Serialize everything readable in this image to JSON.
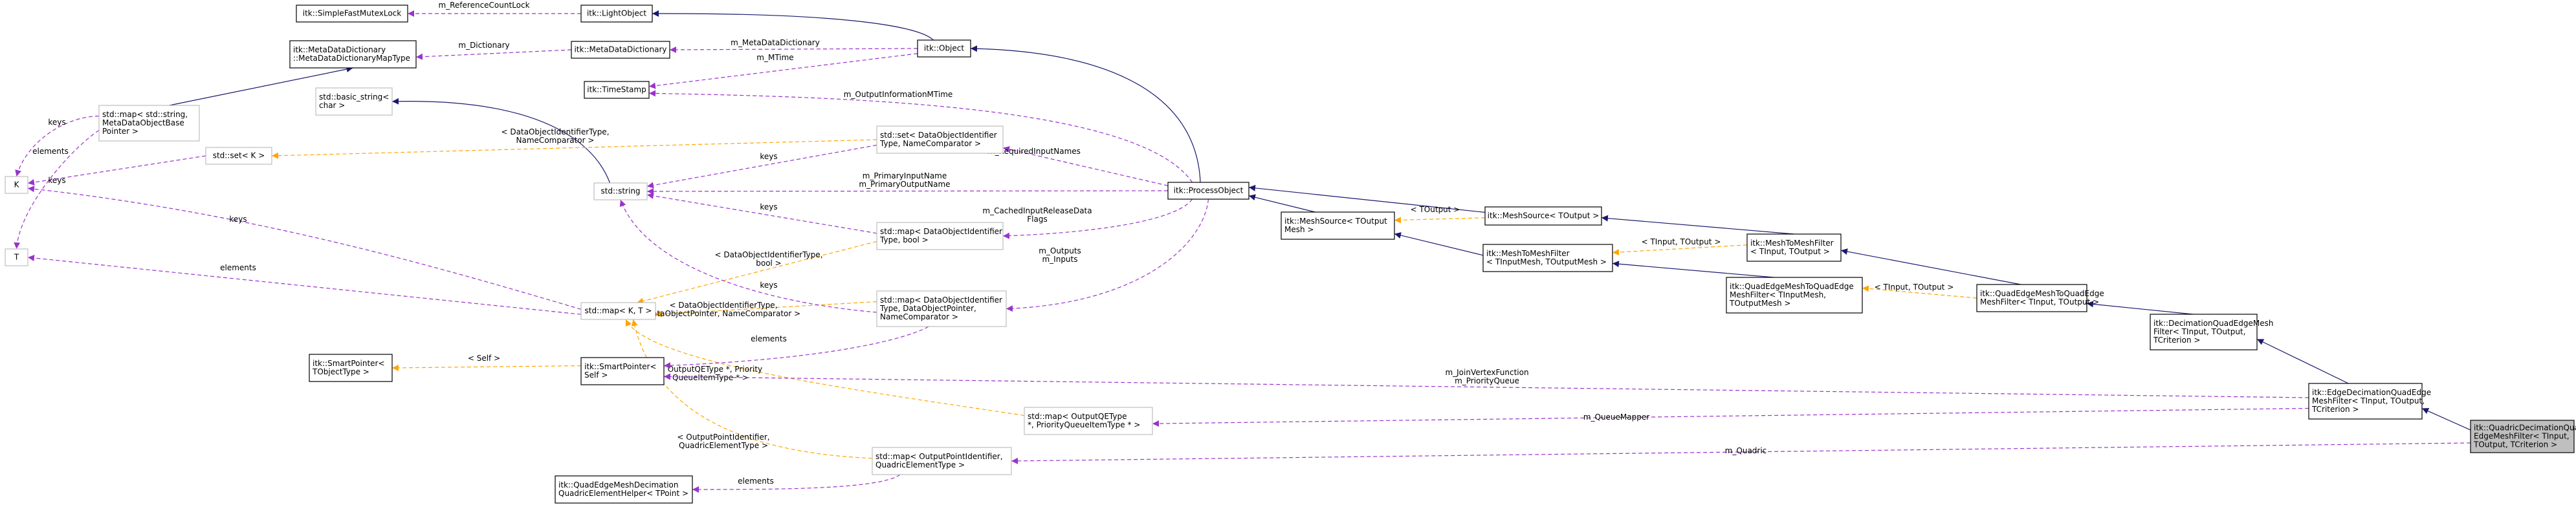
{
  "colors": {
    "inheritance": "#191970",
    "usage": "#9a32cd",
    "template": "#ffa500",
    "solid_box": "#000000",
    "gray_box": "#bfbfbf",
    "focus_fill": "#bfbfbf"
  },
  "nodes": [
    {
      "id": "quadric",
      "lines": [
        "itk::QuadricDecimationQuad",
        "EdgeMeshFilter< TInput,",
        " TOutput, TCriterion >"
      ]
    },
    {
      "id": "edgedecim",
      "lines": [
        "itk::EdgeDecimationQuadEdge",
        "MeshFilter< TInput, TOutput,",
        " TCriterion >"
      ]
    },
    {
      "id": "decimqe",
      "lines": [
        "itk::DecimationQuadEdgeMesh",
        "Filter< TInput, TOutput,",
        " TCriterion >"
      ]
    },
    {
      "id": "qetoqe",
      "lines": [
        "itk::QuadEdgeMeshToQuadEdge",
        "MeshFilter< TInput, TOutput >"
      ]
    },
    {
      "id": "qetoqeT",
      "lines": [
        "itk::QuadEdgeMeshToQuadEdge",
        "MeshFilter< TInputMesh,",
        " TOutputMesh >"
      ]
    },
    {
      "id": "mtomT",
      "lines": [
        "itk::MeshToMeshFilter",
        "< TInput, TOutput >"
      ]
    },
    {
      "id": "mtom",
      "lines": [
        "itk::MeshToMeshFilter",
        "< TInputMesh, TOutputMesh >"
      ]
    },
    {
      "id": "meshsrcT",
      "lines": [
        "itk::MeshSource< TOutput >"
      ]
    },
    {
      "id": "meshsrc",
      "lines": [
        "itk::MeshSource< TOutput",
        "Mesh >"
      ]
    },
    {
      "id": "procobj",
      "lines": [
        "itk::ProcessObject"
      ]
    },
    {
      "id": "object",
      "lines": [
        "itk::Object"
      ]
    },
    {
      "id": "lightobj",
      "lines": [
        "itk::LightObject"
      ]
    },
    {
      "id": "mutexlock",
      "lines": [
        "itk::SimpleFastMutexLock"
      ]
    },
    {
      "id": "metadict",
      "lines": [
        "itk::MetaDataDictionary"
      ]
    },
    {
      "id": "timestamp",
      "lines": [
        "itk::TimeStamp"
      ]
    },
    {
      "id": "metadictmap",
      "lines": [
        "itk::MetaDataDictionary",
        "::MetaDataDictionaryMapType"
      ]
    },
    {
      "id": "mapstring",
      "lines": [
        "std::map< std::string,",
        " MetaDataObjectBase",
        "Pointer >"
      ]
    },
    {
      "id": "K",
      "lines": [
        "K"
      ]
    },
    {
      "id": "T",
      "lines": [
        "T"
      ]
    },
    {
      "id": "setK",
      "lines": [
        "std::set< K >"
      ]
    },
    {
      "id": "basicstring",
      "lines": [
        "std::basic_string<",
        " char >"
      ]
    },
    {
      "id": "string",
      "lines": [
        "std::string"
      ]
    },
    {
      "id": "setdoi",
      "lines": [
        "std::set< DataObjectIdentifier",
        "Type, NameComparator >"
      ]
    },
    {
      "id": "mapbool",
      "lines": [
        "std::map< DataObjectIdentifier",
        "Type, bool >"
      ]
    },
    {
      "id": "mapKT",
      "lines": [
        "std::map< K, T >"
      ]
    },
    {
      "id": "mapdoptr",
      "lines": [
        "std::map< DataObjectIdentifier",
        "Type, DataObjectPointer,",
        " NameComparator >"
      ]
    },
    {
      "id": "smartptrT",
      "lines": [
        "itk::SmartPointer<",
        " TObjectType >"
      ]
    },
    {
      "id": "smartptrSelf",
      "lines": [
        "itk::SmartPointer<",
        " Self >"
      ]
    },
    {
      "id": "mapqe",
      "lines": [
        "std::map< OutputQEType",
        " *, PriorityQueueItemType * >"
      ]
    },
    {
      "id": "mappoint",
      "lines": [
        "std::map< OutputPointIdentifier,",
        " QuadricElementType >"
      ]
    },
    {
      "id": "quadelem",
      "lines": [
        "itk::QuadEdgeMeshDecimation",
        "QuadricElementHelper< TPoint >"
      ]
    }
  ],
  "edges": [
    {
      "id": "e-edgedecim-quadric",
      "kind": "inheritance",
      "labels": []
    },
    {
      "id": "e-decimqe-edgedecim",
      "kind": "inheritance",
      "labels": []
    },
    {
      "id": "e-qetoqe-decimqe",
      "kind": "inheritance",
      "labels": []
    },
    {
      "id": "e-mtomT-qetoqe",
      "kind": "inheritance",
      "labels": []
    },
    {
      "id": "e-mtom-qetoqeT",
      "kind": "inheritance",
      "labels": []
    },
    {
      "id": "e-meshsrcT-mtomT",
      "kind": "inheritance",
      "labels": []
    },
    {
      "id": "e-meshsrc-mtom",
      "kind": "inheritance",
      "labels": []
    },
    {
      "id": "e-procobj-meshsrcT",
      "kind": "inheritance",
      "labels": []
    },
    {
      "id": "e-procobj-meshsrc",
      "kind": "inheritance",
      "labels": []
    },
    {
      "id": "e-object-procobj",
      "kind": "inheritance",
      "labels": []
    },
    {
      "id": "e-lightobj-object",
      "kind": "inheritance",
      "labels": []
    },
    {
      "id": "e-metadictmap-mapstring",
      "kind": "inheritance",
      "labels": []
    },
    {
      "id": "e-basicstring-string",
      "kind": "inheritance",
      "labels": []
    },
    {
      "id": "e-qetoqeT-qetoqe",
      "kind": "template",
      "labels": [
        "< TInput, TOutput >"
      ]
    },
    {
      "id": "e-mtom-mtomT",
      "kind": "template",
      "labels": [
        "< TInput, TOutput >"
      ]
    },
    {
      "id": "e-meshsrc-meshsrcT",
      "kind": "template",
      "labels": [
        "< TOutput >"
      ]
    },
    {
      "id": "e-setK-setdoi",
      "kind": "template",
      "labels": [
        "< DataObjectIdentifierType,",
        " NameComparator >"
      ]
    },
    {
      "id": "e-mapKT-mapbool",
      "kind": "template",
      "labels": [
        "< DataObjectIdentifierType,",
        " bool >"
      ]
    },
    {
      "id": "e-mapKT-mapdoptr",
      "kind": "template",
      "labels": [
        "< DataObjectIdentifierType,",
        " DataObjectPointer, NameComparator >"
      ]
    },
    {
      "id": "e-mapKT-mapqe",
      "kind": "template",
      "labels": [
        "< OutputQEType *, Priority",
        "QueueItemType * >"
      ]
    },
    {
      "id": "e-mapKT-mappoint",
      "kind": "template",
      "labels": [
        "< OutputPointIdentifier,",
        " QuadricElementType >"
      ]
    },
    {
      "id": "e-smartptrT-smartptrSelf",
      "kind": "template",
      "labels": [
        "< Self >"
      ]
    },
    {
      "id": "e-mutexlock-lightobj",
      "kind": "usage",
      "labels": [
        "m_ReferenceCountLock"
      ]
    },
    {
      "id": "e-metadict-object",
      "kind": "usage",
      "labels": [
        "m_MetaDataDictionary"
      ]
    },
    {
      "id": "e-timestamp-object",
      "kind": "usage",
      "labels": [
        "m_MTime"
      ]
    },
    {
      "id": "e-timestamp-procobj",
      "kind": "usage",
      "labels": [
        "m_OutputInformationMTime"
      ]
    },
    {
      "id": "e-metadictmap-metadict",
      "kind": "usage",
      "labels": [
        "m_Dictionary"
      ]
    },
    {
      "id": "e-K-mapstring",
      "kind": "usage",
      "labels": [
        "keys"
      ]
    },
    {
      "id": "e-K-setK",
      "kind": "usage",
      "labels": [
        "keys"
      ]
    },
    {
      "id": "e-K-mapKT",
      "kind": "usage",
      "labels": [
        "keys"
      ]
    },
    {
      "id": "e-T-mapstring",
      "kind": "usage",
      "labels": [
        "elements"
      ]
    },
    {
      "id": "e-T-mapKT",
      "kind": "usage",
      "labels": [
        "elements"
      ]
    },
    {
      "id": "e-string-setdoi",
      "kind": "usage",
      "labels": [
        "keys"
      ]
    },
    {
      "id": "e-string-mapbool",
      "kind": "usage",
      "labels": [
        "keys"
      ]
    },
    {
      "id": "e-string-mapdoptr",
      "kind": "usage",
      "labels": [
        "keys"
      ]
    },
    {
      "id": "e-string-procobj",
      "kind": "usage",
      "labels": [
        "m_PrimaryInputName",
        "m_PrimaryOutputName"
      ]
    },
    {
      "id": "e-setdoi-procobj",
      "kind": "usage",
      "labels": [
        "m_RequiredInputNames"
      ]
    },
    {
      "id": "e-mapbool-procobj",
      "kind": "usage",
      "labels": [
        "m_CachedInputReleaseData",
        "Flags"
      ]
    },
    {
      "id": "e-mapdoptr-procobj",
      "kind": "usage",
      "labels": [
        "m_Outputs",
        "m_Inputs"
      ]
    },
    {
      "id": "e-smartptrSelf-mapdoptr",
      "kind": "usage",
      "labels": [
        "elements"
      ]
    },
    {
      "id": "e-smartptrSelf-edgedecim",
      "kind": "usage",
      "labels": [
        "m_JoinVertexFunction",
        "m_PriorityQueue"
      ]
    },
    {
      "id": "e-mapqe-edgedecim",
      "kind": "usage",
      "labels": [
        "m_QueueMapper"
      ]
    },
    {
      "id": "e-mappoint-quadric",
      "kind": "usage",
      "labels": [
        "m_Quadric"
      ]
    },
    {
      "id": "e-quadelem-mappoint",
      "kind": "usage",
      "labels": [
        "elements"
      ]
    }
  ]
}
